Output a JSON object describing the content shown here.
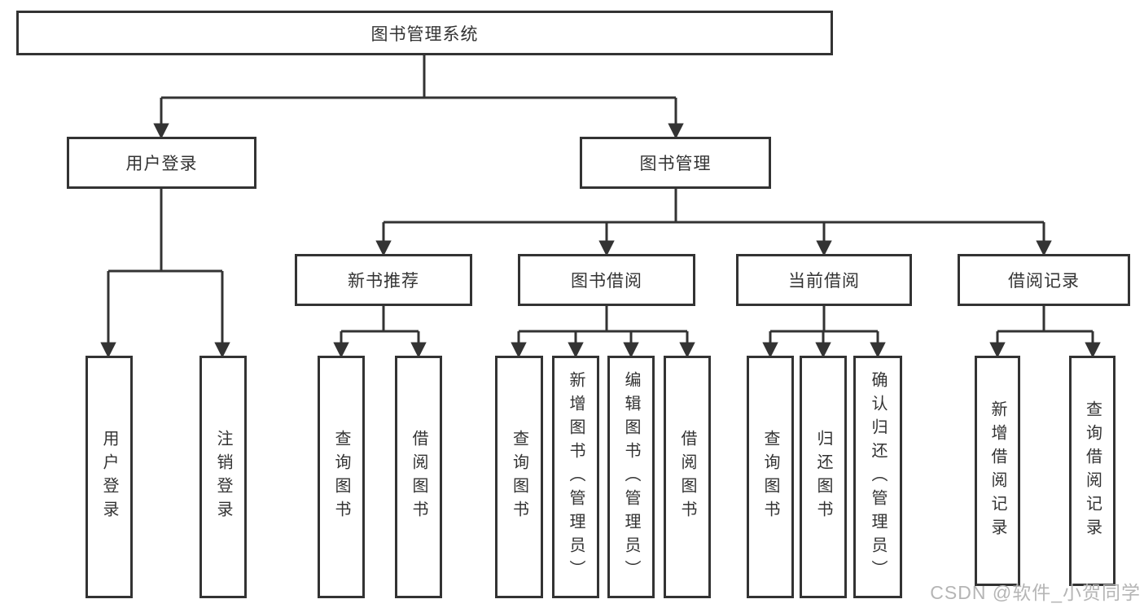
{
  "diagram": {
    "root": {
      "label": "图书管理系统"
    },
    "branches": [
      {
        "label": "用户登录",
        "children": [
          {
            "label": "用户登录"
          },
          {
            "label": "注销登录"
          }
        ]
      },
      {
        "label": "图书管理",
        "children": [
          {
            "label": "新书推荐",
            "children": [
              {
                "label": "查询图书"
              },
              {
                "label": "借阅图书"
              }
            ]
          },
          {
            "label": "图书借阅",
            "children": [
              {
                "label": "查询图书"
              },
              {
                "label": "新增图书（管理员）"
              },
              {
                "label": "编辑图书（管理员）"
              },
              {
                "label": "借阅图书"
              }
            ]
          },
          {
            "label": "当前借阅",
            "children": [
              {
                "label": "查询图书"
              },
              {
                "label": "归还图书"
              },
              {
                "label": "确认归还（管理员）"
              }
            ]
          },
          {
            "label": "借阅记录",
            "children": [
              {
                "label": "新增借阅记录"
              },
              {
                "label": "查询借阅记录"
              }
            ]
          }
        ]
      }
    ]
  },
  "watermark": {
    "label": "CSDN @软件_小贺同学"
  },
  "colors": {
    "line": "#333333",
    "text": "#333333",
    "background": "#ffffff",
    "watermark": "#b5b5b5"
  }
}
